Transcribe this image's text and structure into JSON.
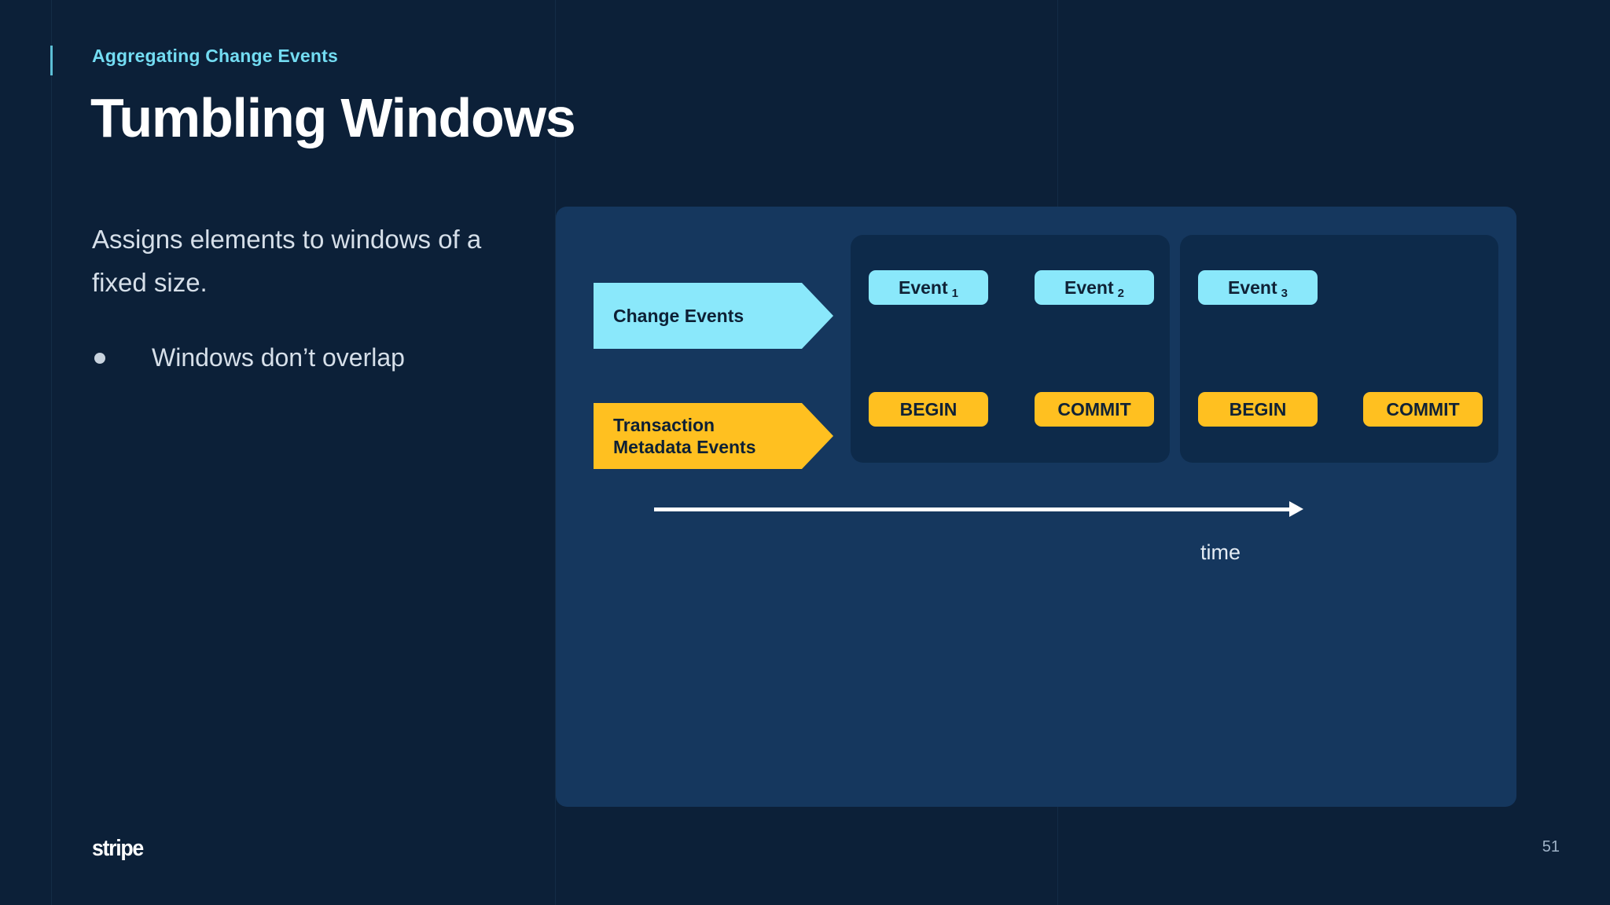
{
  "slide": {
    "eyebrow": "Aggregating Change Events",
    "title": "Tumbling Windows",
    "lede": "Assigns elements to windows of a fixed size.",
    "bullets": [
      {
        "text": "Windows don’t overlap"
      }
    ],
    "logo": "stripe",
    "page_number": "51"
  },
  "diagram": {
    "rows": [
      {
        "id": "change-events",
        "label": "Change Events",
        "color": "#8ae8fb"
      },
      {
        "id": "transaction-metadata-events",
        "label": "Transaction\nMetadata Events",
        "color": "#ffc020"
      }
    ],
    "row_labels": {
      "change_events": "Change Events",
      "transaction_metadata_line1": "Transaction",
      "transaction_metadata_line2": "Metadata Events"
    },
    "windows": [
      {
        "name": "window-1",
        "events": [
          {
            "label": "Event",
            "subscript": "1"
          },
          {
            "label": "Event",
            "subscript": "2"
          }
        ],
        "metadata": [
          "BEGIN",
          "COMMIT"
        ]
      },
      {
        "name": "window-2",
        "events": [
          {
            "label": "Event",
            "subscript": "3"
          }
        ],
        "metadata": [
          "BEGIN",
          "COMMIT"
        ]
      }
    ],
    "events": [
      {
        "label": "Event",
        "subscript": "1"
      },
      {
        "label": "Event",
        "subscript": "2"
      },
      {
        "label": "Event",
        "subscript": "3"
      }
    ],
    "metadata_chips": [
      "BEGIN",
      "COMMIT",
      "BEGIN",
      "COMMIT"
    ],
    "axis_label": "time"
  },
  "colors": {
    "background": "#0c2038",
    "panel": "#15375e",
    "window": "#0d2a4a",
    "accent_cyan": "#73dcf2",
    "chip_cyan": "#8ae8fb",
    "chip_yellow": "#ffc020",
    "text_primary": "#ffffff",
    "text_body": "#d6dfe9",
    "text_muted": "#9fb3c8",
    "chip_text": "#102236"
  }
}
